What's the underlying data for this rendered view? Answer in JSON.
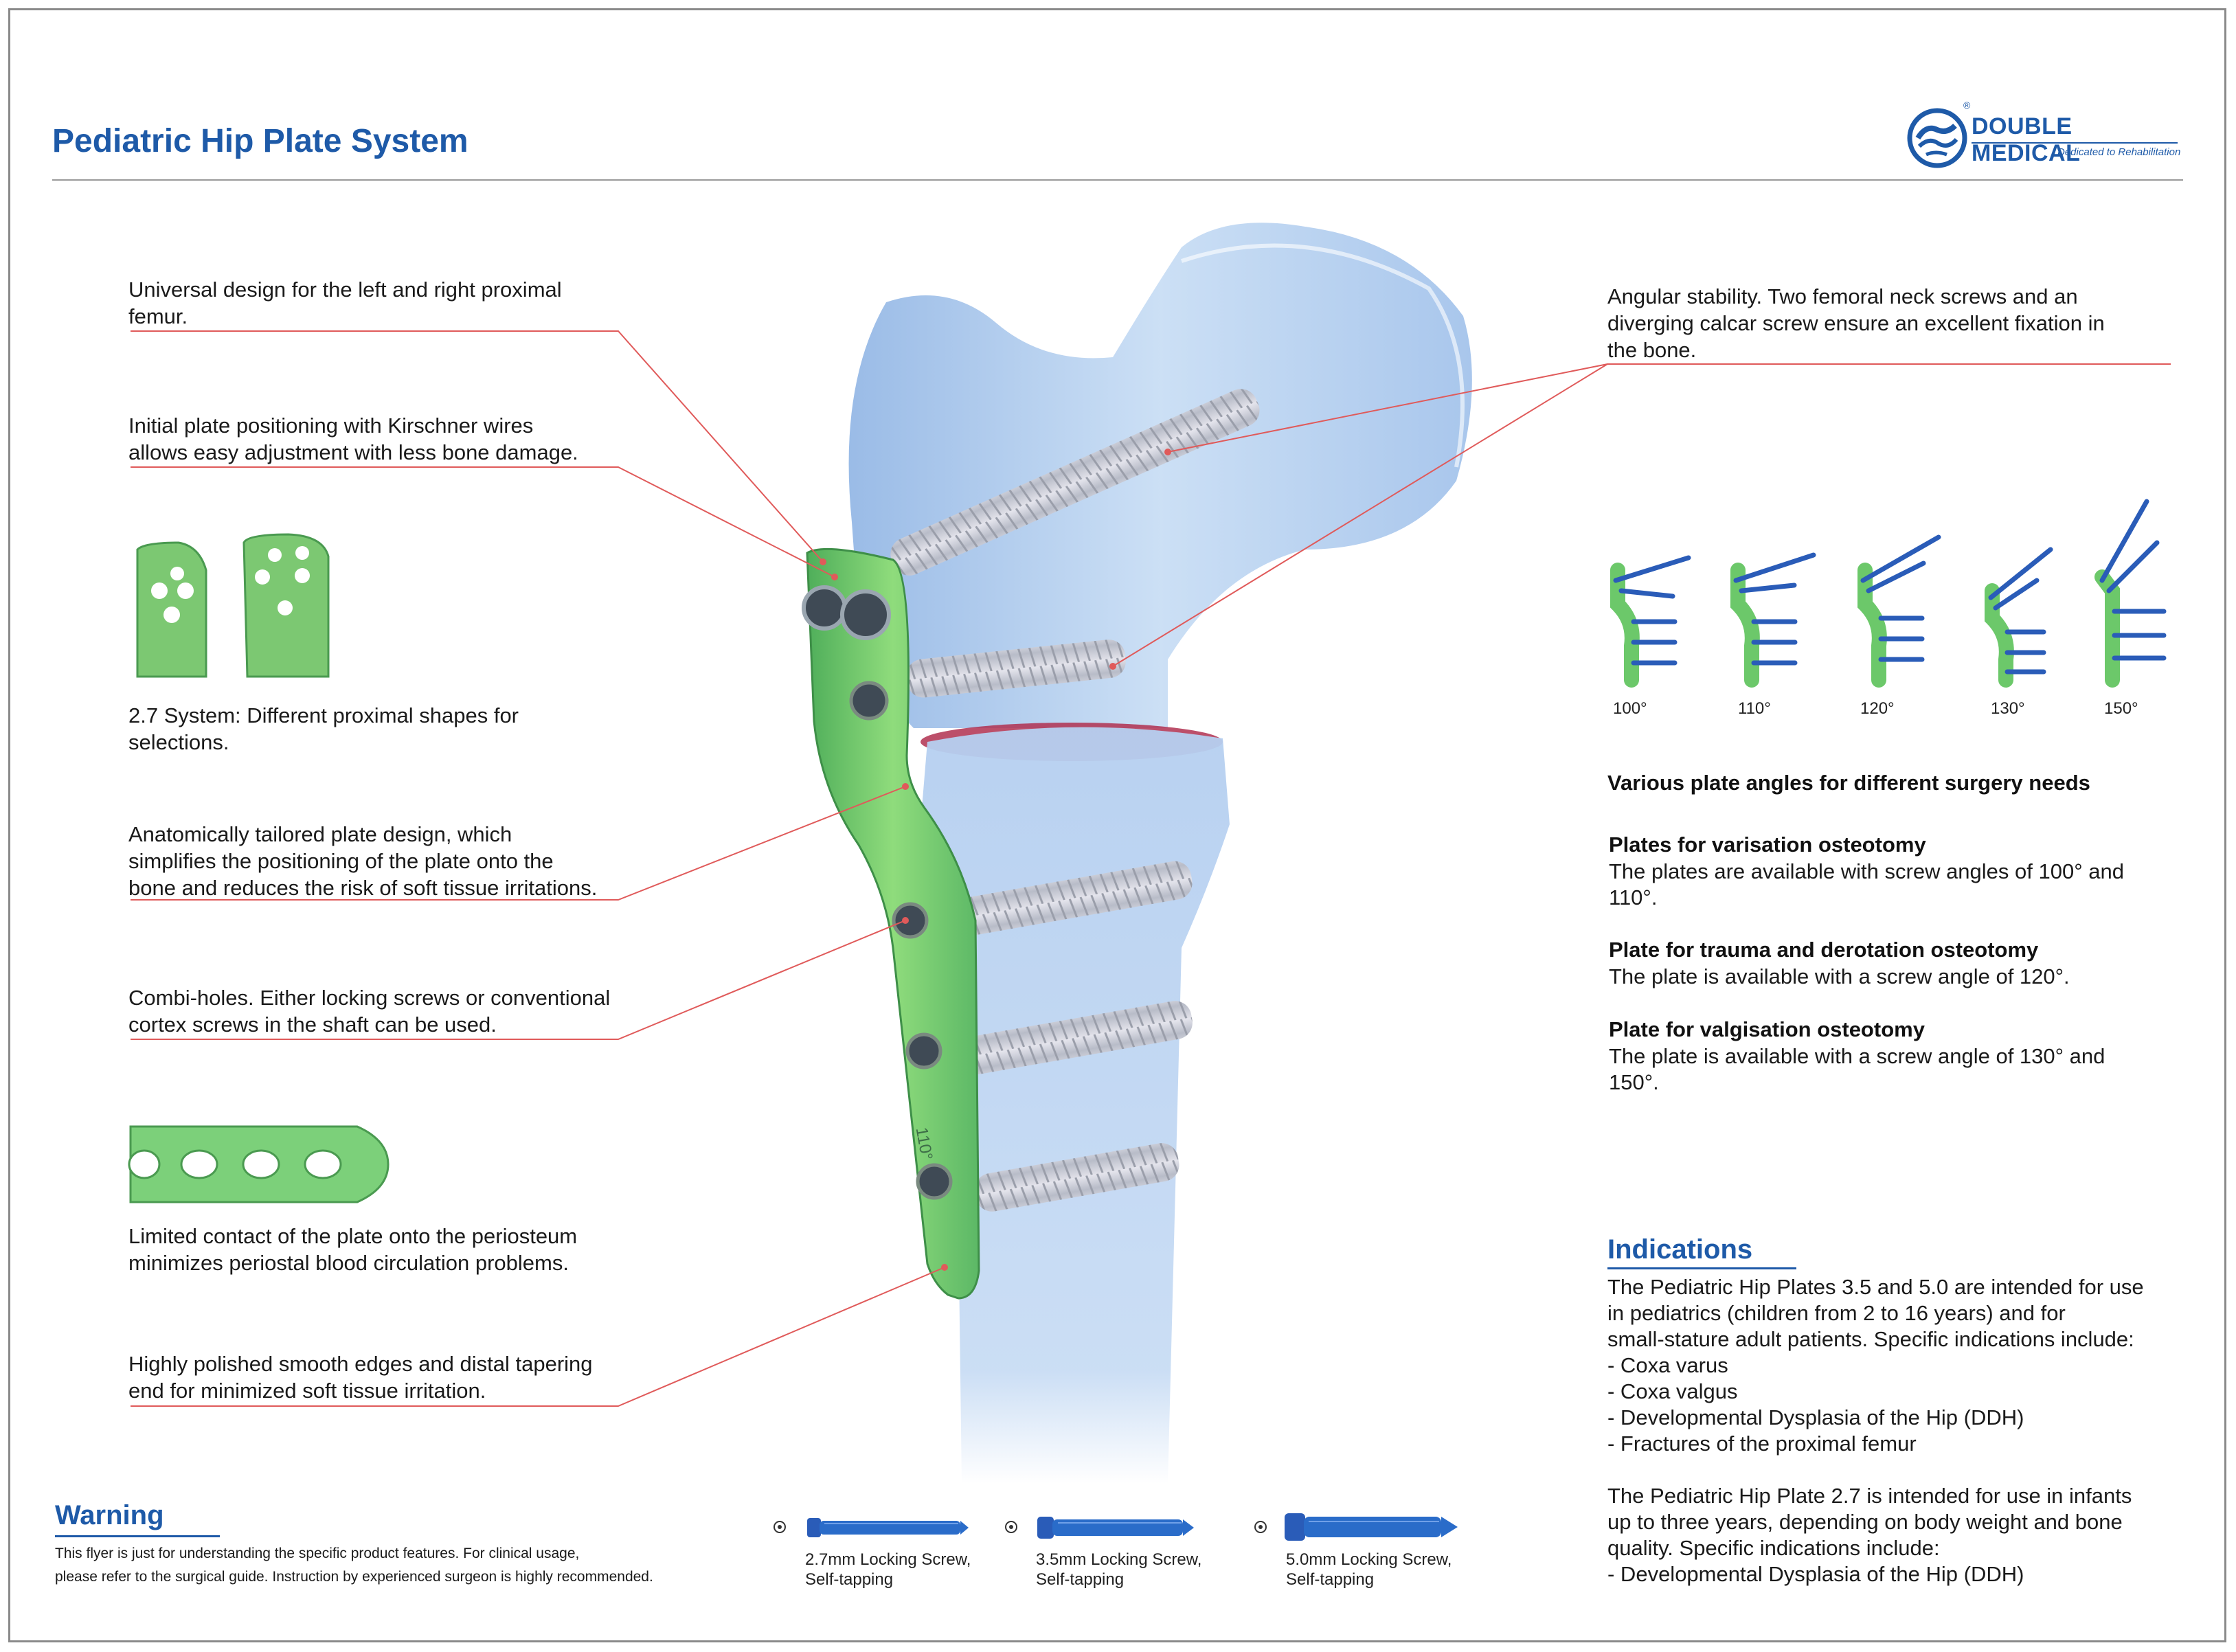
{
  "header": {
    "title": "Pediatric Hip Plate System"
  },
  "logo": {
    "name": "DOUBLE MEDICAL",
    "tagline": "Dedicated to Rehabilitation",
    "registered_mark": "®"
  },
  "left_notes": [
    {
      "line1": "Universal design for the left and right proximal",
      "line2": "femur."
    },
    {
      "line1": "Initial plate positioning with Kirschner wires",
      "line2": "allows easy adjustment with less bone damage."
    },
    {
      "line1": "2.7 System: Different proximal shapes for",
      "line2": "selections."
    },
    {
      "line1": "Anatomically tailored plate design, which",
      "line2": "simplifies the positioning of the plate onto the",
      "line3": "bone and reduces the risk of soft tissue irritations."
    },
    {
      "line1": "Combi-holes. Either locking screws or conventional",
      "line2": "cortex screws in the shaft can be used."
    },
    {
      "line1": "Limited contact of the plate onto the periosteum",
      "line2": "minimizes periostal blood circulation problems."
    },
    {
      "line1": "Highly polished smooth edges and distal tapering",
      "line2": "end for minimized soft tissue irritation."
    }
  ],
  "right_note": {
    "line1": "Angular stability. Two femoral neck screws and an",
    "line2": "diverging calcar screw ensure an excellent fixation in",
    "line3": "the bone."
  },
  "plate_angles": {
    "labels": [
      "100°",
      "110°",
      "120°",
      "130°",
      "150°"
    ],
    "caption": "Various plate angles for different surgery needs"
  },
  "plate_types": [
    {
      "heading": "Plates for varisation osteotomy",
      "line1": "The plates are available with screw angles of 100° and",
      "line2": "110°."
    },
    {
      "heading": "Plate for trauma and derotation osteotomy",
      "line1": "The plate is available with a screw angle of 120°."
    },
    {
      "heading": "Plate for valgisation osteotomy",
      "line1": "The plate is available with a screw angle of 130° and",
      "line2": "150°."
    }
  ],
  "indications": {
    "heading": "Indications",
    "lines": [
      "The Pediatric Hip Plates 3.5 and 5.0 are intended for use",
      "in pediatrics (children from 2 to 16 years) and for",
      "small-stature adult patients. Specific indications include:",
      "- Coxa varus",
      "- Coxa valgus",
      "- Developmental Dysplasia of the Hip (DDH)",
      "- Fractures of the proximal femur",
      "",
      "The Pediatric Hip Plate 2.7 is intended for use in infants",
      "up to three years, depending on body weight and bone",
      "quality. Specific indications include:",
      "- Developmental Dysplasia of the Hip (DDH)"
    ]
  },
  "warning": {
    "heading": "Warning",
    "line1": "This flyer is just for understanding the specific product features. For clinical usage,",
    "line2": "please refer to the surgical guide. Instruction by experienced surgeon is highly recommended."
  },
  "screws": [
    {
      "line1": "2.7mm Locking Screw,",
      "line2": "Self-tapping"
    },
    {
      "line1": "3.5mm Locking Screw,",
      "line2": "Self-tapping"
    },
    {
      "line1": "5.0mm Locking Screw,",
      "line2": "Self-tapping"
    }
  ],
  "plate_marking": "110°",
  "colors": {
    "brand_blue": "#1e5aa8",
    "plate_green": "#6cc86a",
    "bone_blue": "#a9c8ec",
    "leader_red": "#e05a5a",
    "screw_blue": "#2a6cc9"
  }
}
